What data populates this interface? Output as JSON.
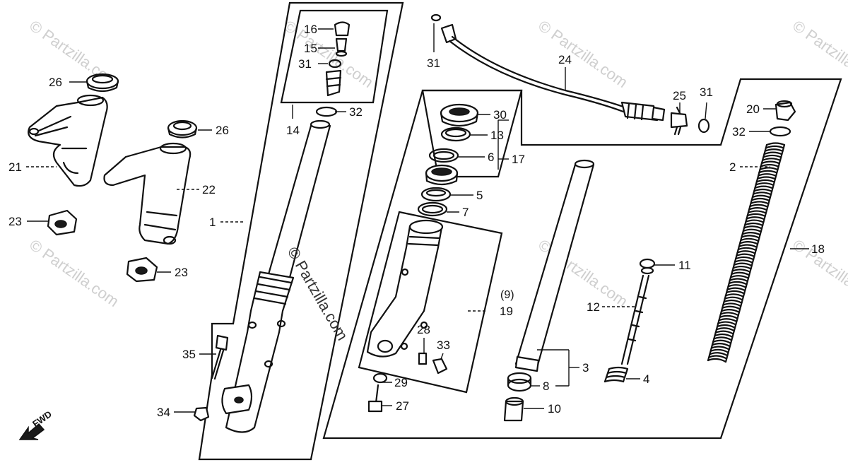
{
  "callouts": {
    "c1": "1",
    "c2": "2",
    "c3": "3",
    "c4": "4",
    "c5": "5",
    "c6": "6",
    "c7": "7",
    "c8": "8",
    "c9": "(9)",
    "c10": "10",
    "c11": "11",
    "c12": "12",
    "c13": "13",
    "c14": "14",
    "c15": "15",
    "c16": "16",
    "c17": "17",
    "c18": "18",
    "c19": "19",
    "c20": "20",
    "c21": "21",
    "c22": "22",
    "c23a": "23",
    "c23b": "23",
    "c24": "24",
    "c25": "25",
    "c26a": "26",
    "c26b": "26",
    "c27": "27",
    "c28": "28",
    "c29": "29",
    "c30": "30",
    "c31a": "31",
    "c31b": "31",
    "c31c": "31",
    "c32a": "32",
    "c32b": "32",
    "c33": "33",
    "c34": "34",
    "c35": "35"
  },
  "fwd_label": "FWD",
  "watermarks": {
    "center": "© Partzilla.com",
    "tile": "© Partzilla.com"
  },
  "colors": {
    "ink": "#111111",
    "watermark": "#cfcfcf",
    "background": "#ffffff"
  }
}
